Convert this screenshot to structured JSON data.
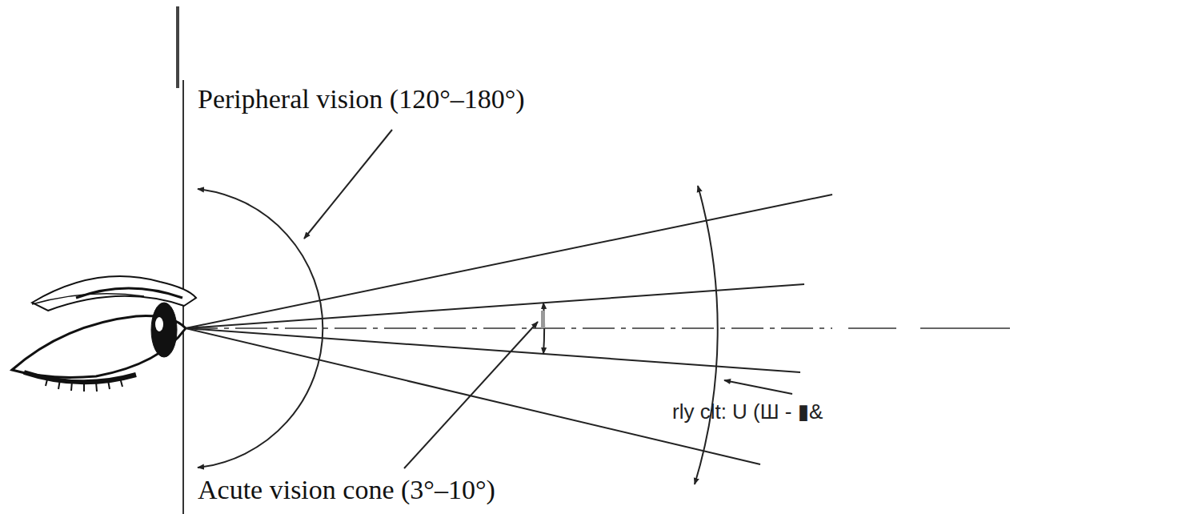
{
  "diagram": {
    "labels": [
      "Peripheral vision (120°–180°)",
      "Acute vision cone (3°–10°)",
      "rly clt: U (Ш - ▮&"
    ]
  }
}
